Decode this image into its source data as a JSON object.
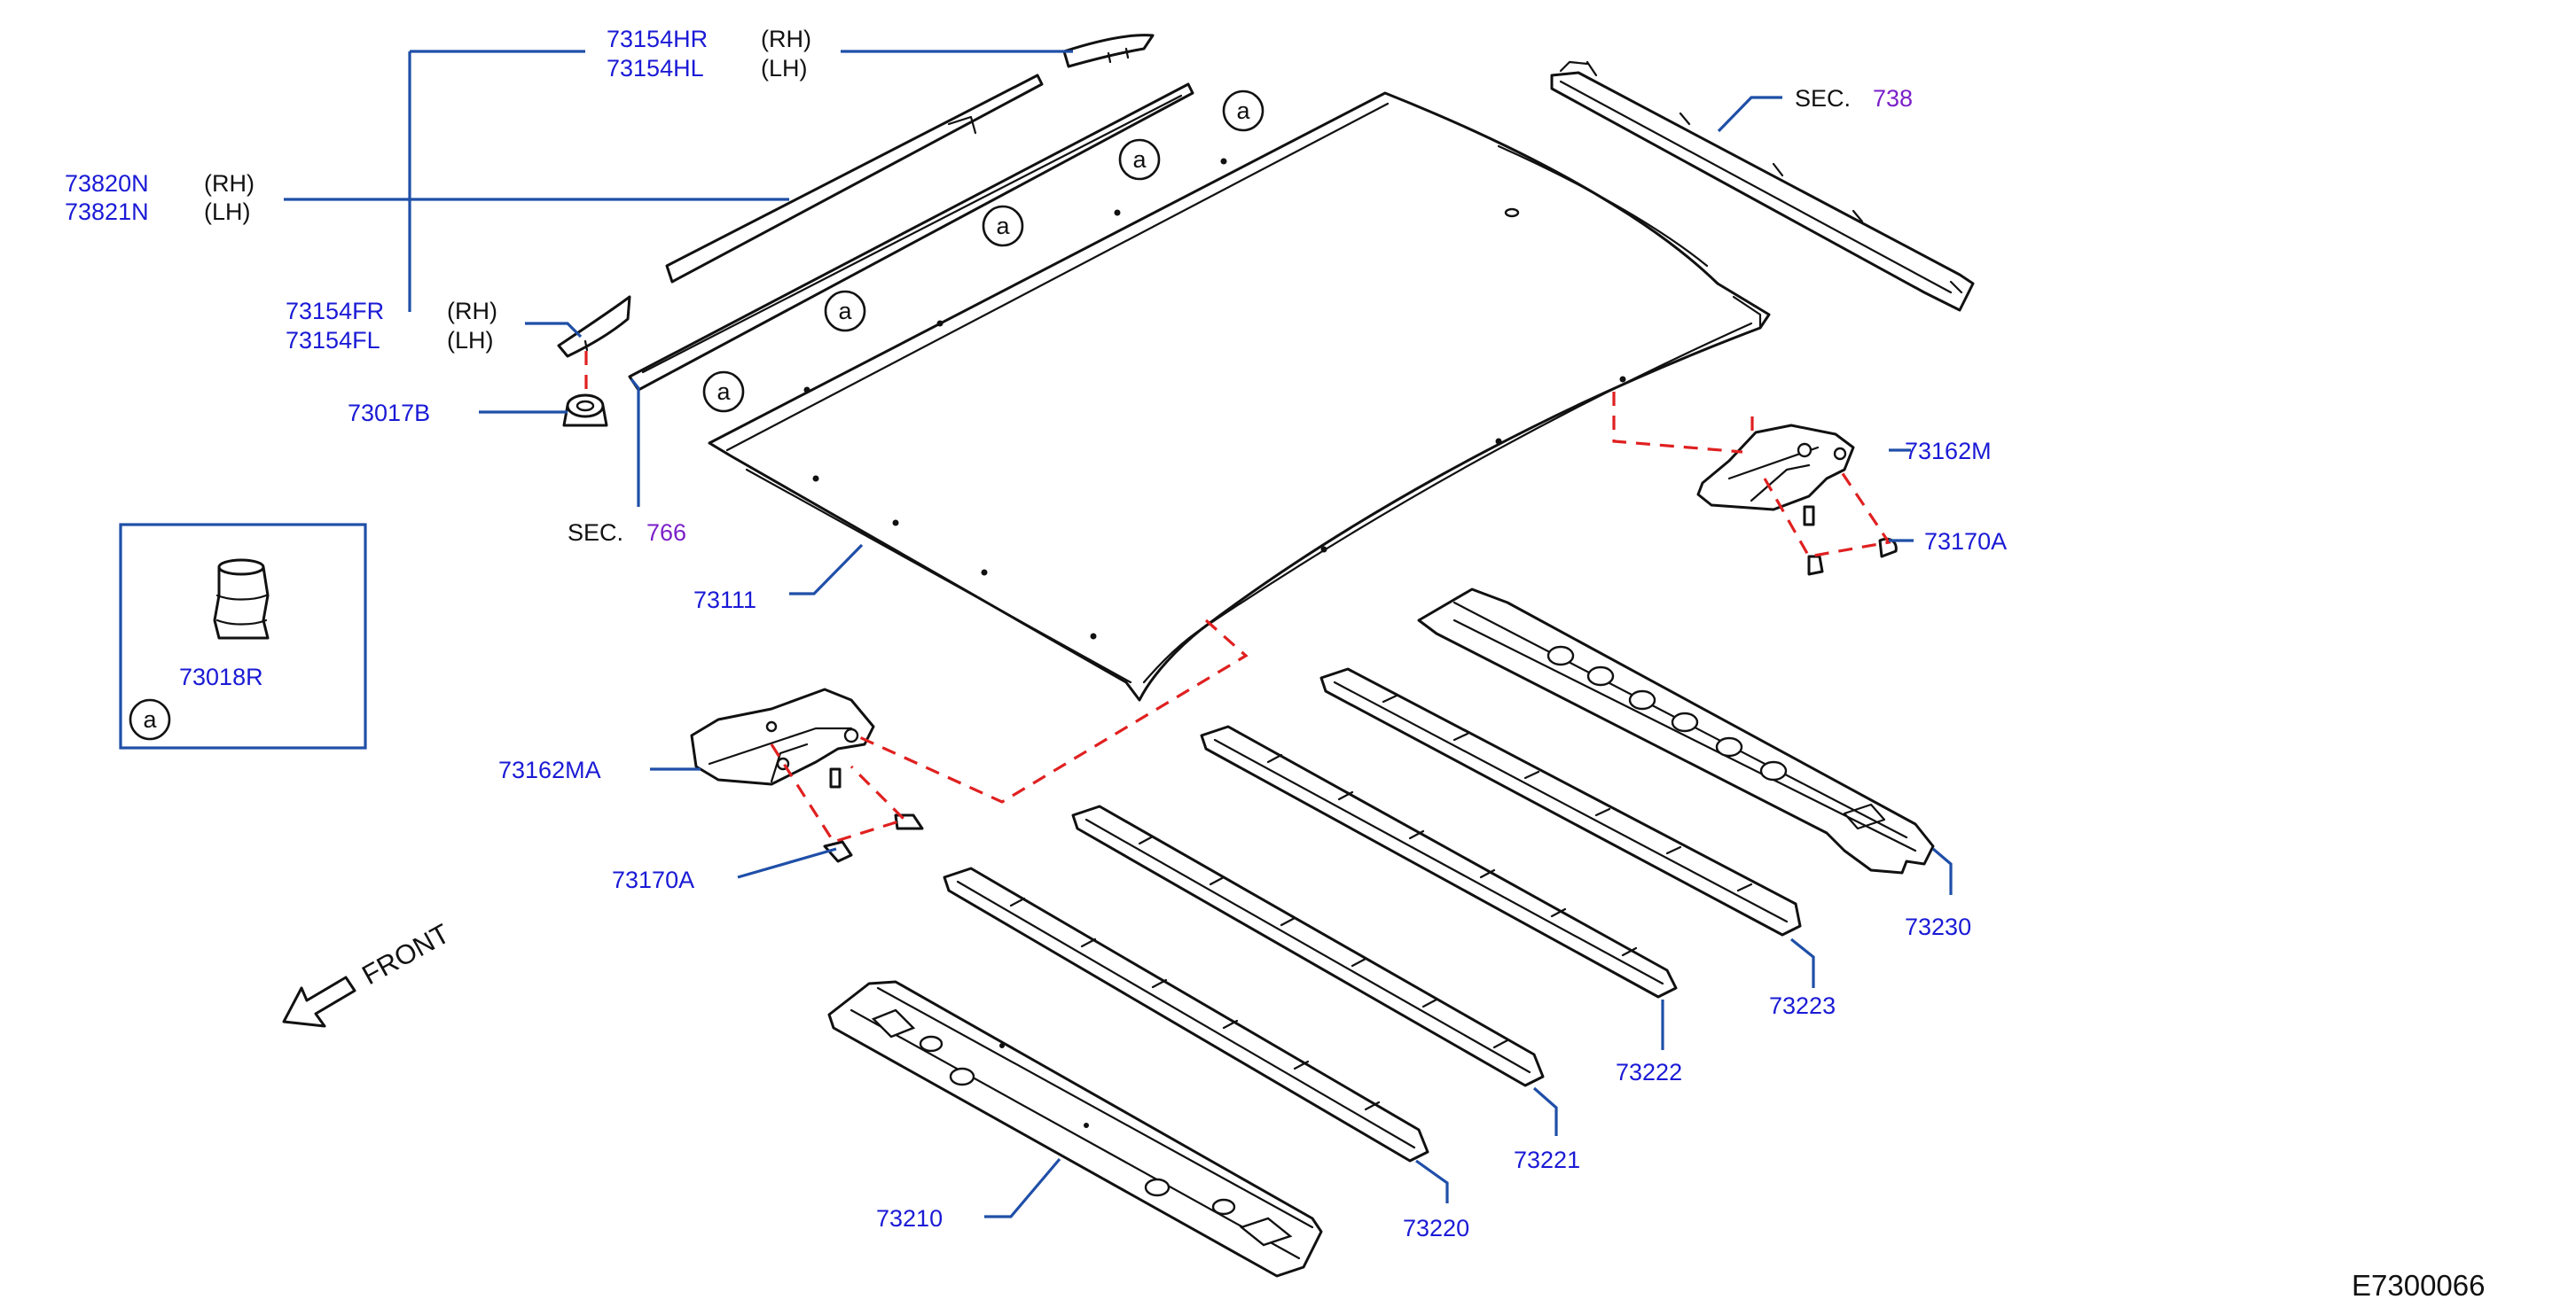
{
  "diagram_id": "E7300066",
  "front_label": "FRONT",
  "callout_letter": "a",
  "parts": {
    "p73154HR": {
      "number": "73154HR",
      "side": "(RH)"
    },
    "p73154HL": {
      "number": "73154HL",
      "side": "(LH)"
    },
    "p73820N": {
      "number": "73820N",
      "side": "(RH)"
    },
    "p73821N": {
      "number": "73821N",
      "side": "(LH)"
    },
    "p73154FR": {
      "number": "73154FR",
      "side": "(RH)"
    },
    "p73154FL": {
      "number": "73154FL",
      "side": "(LH)"
    },
    "p73017B": {
      "number": "73017B"
    },
    "p73018R": {
      "number": "73018R"
    },
    "p73111": {
      "number": "73111"
    },
    "p73162M": {
      "number": "73162M"
    },
    "p73170A_right": {
      "number": "73170A"
    },
    "p73162MA": {
      "number": "73162MA"
    },
    "p73170A_left": {
      "number": "73170A"
    },
    "p73230": {
      "number": "73230"
    },
    "p73223": {
      "number": "73223"
    },
    "p73222": {
      "number": "73222"
    },
    "p73221": {
      "number": "73221"
    },
    "p73220": {
      "number": "73220"
    },
    "p73210": {
      "number": "73210"
    }
  },
  "section_refs": {
    "sec738": {
      "label": "SEC.",
      "number": "738"
    },
    "sec766": {
      "label": "SEC.",
      "number": "766"
    }
  },
  "colors": {
    "part_number": "#1a1ad6",
    "leader_line": "#1f4fa8",
    "section_number": "#7a1fc8",
    "hidden_connection": "#e02020"
  }
}
